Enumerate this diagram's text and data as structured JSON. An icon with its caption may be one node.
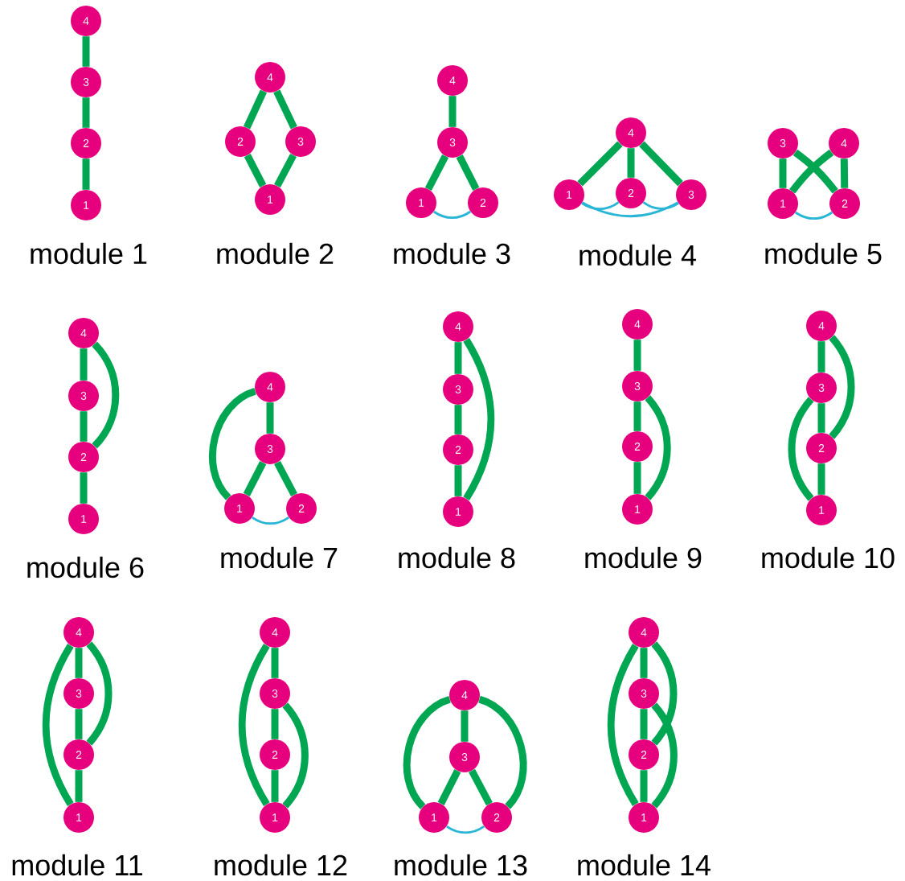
{
  "diagram": {
    "nodes": [
      {
        "text": [
          "4"
        ]
      },
      {
        "text": [
          "3"
        ]
      },
      {
        "text": [
          "2"
        ]
      },
      {
        "text": [
          "1"
        ]
      },
      {
        "text": [
          "4"
        ]
      },
      {
        "text": [
          "2"
        ]
      },
      {
        "text": [
          "3"
        ]
      },
      {
        "text": [
          "1"
        ]
      },
      {
        "text": [
          "4"
        ]
      },
      {
        "text": [
          "3"
        ]
      },
      {
        "text": [
          "1"
        ]
      },
      {
        "text": [
          "2"
        ]
      },
      {
        "text": [
          "4"
        ]
      },
      {
        "text": [
          "1"
        ]
      },
      {
        "text": [
          "2"
        ]
      },
      {
        "text": [
          "3"
        ]
      },
      {
        "text": [
          "3"
        ]
      },
      {
        "text": [
          "4"
        ]
      },
      {
        "text": [
          "1"
        ]
      },
      {
        "text": [
          "2"
        ]
      },
      {
        "text": [
          "4"
        ]
      },
      {
        "text": [
          "3"
        ]
      },
      {
        "text": [
          "2"
        ]
      },
      {
        "text": [
          "1"
        ]
      },
      {
        "text": [
          "4"
        ]
      },
      {
        "text": [
          "3"
        ]
      },
      {
        "text": [
          "1"
        ]
      },
      {
        "text": [
          "2"
        ]
      },
      {
        "text": [
          "4"
        ]
      },
      {
        "text": [
          "3"
        ]
      },
      {
        "text": [
          "2"
        ]
      },
      {
        "text": [
          "1"
        ]
      },
      {
        "text": [
          "4"
        ]
      },
      {
        "text": [
          "3"
        ]
      },
      {
        "text": [
          "2"
        ]
      },
      {
        "text": [
          "1"
        ]
      },
      {
        "text": [
          "4"
        ]
      },
      {
        "text": [
          "3"
        ]
      },
      {
        "text": [
          "2"
        ]
      },
      {
        "text": [
          "1"
        ]
      },
      {
        "text": [
          "4"
        ]
      },
      {
        "text": [
          "3"
        ]
      },
      {
        "text": [
          "2"
        ]
      },
      {
        "text": [
          "1"
        ]
      },
      {
        "text": [
          "4"
        ]
      },
      {
        "text": [
          "3"
        ]
      },
      {
        "text": [
          "2"
        ]
      },
      {
        "text": [
          "1"
        ]
      },
      {
        "text": [
          "4"
        ]
      },
      {
        "text": [
          "3"
        ]
      },
      {
        "text": [
          "1"
        ]
      },
      {
        "text": [
          "2"
        ]
      },
      {
        "text": [
          "4"
        ]
      },
      {
        "text": [
          "3"
        ]
      },
      {
        "text": [
          "2"
        ]
      },
      {
        "text": [
          "1"
        ]
      }
    ],
    "edges": [
      {
        "from": 0,
        "to": 1,
        "arrow": "none"
      },
      {
        "from": 1,
        "to": 2,
        "arrow": "none"
      },
      {
        "from": 2,
        "to": 3,
        "arrow": "none"
      },
      {
        "from": 4,
        "to": 5,
        "arrow": "none"
      },
      {
        "from": 4,
        "to": 6,
        "arrow": "none"
      },
      {
        "from": 5,
        "to": 7,
        "arrow": "none"
      },
      {
        "from": 6,
        "to": 7,
        "arrow": "none"
      },
      {
        "from": 8,
        "to": 9,
        "arrow": "none"
      },
      {
        "from": 9,
        "to": 10,
        "arrow": "none"
      },
      {
        "from": 9,
        "to": 11,
        "arrow": "none"
      },
      {
        "from": 10,
        "to": 11,
        "arrow": "none",
        "color": "#29b6d6"
      },
      {
        "from": 12,
        "to": 13,
        "arrow": "none"
      },
      {
        "from": 12,
        "to": 14,
        "arrow": "none"
      },
      {
        "from": 12,
        "to": 15,
        "arrow": "none"
      },
      {
        "from": 13,
        "to": 14,
        "arrow": "none",
        "color": "#29b6d6"
      },
      {
        "from": 14,
        "to": 15,
        "arrow": "none",
        "color": "#29b6d6"
      },
      {
        "from": 13,
        "to": 15,
        "arrow": "none",
        "color": "#29b6d6"
      },
      {
        "from": 16,
        "to": 18,
        "arrow": "none"
      },
      {
        "from": 17,
        "to": 19,
        "arrow": "none"
      },
      {
        "from": 16,
        "to": 19,
        "arrow": "none"
      },
      {
        "from": 17,
        "to": 18,
        "arrow": "none"
      },
      {
        "from": 18,
        "to": 19,
        "arrow": "none",
        "color": "#29b6d6"
      },
      {
        "from": 20,
        "to": 21,
        "arrow": "none"
      },
      {
        "from": 21,
        "to": 22,
        "arrow": "none"
      },
      {
        "from": 22,
        "to": 23,
        "arrow": "none"
      },
      {
        "from": 20,
        "to": 22,
        "arrow": "none"
      },
      {
        "from": 24,
        "to": 25,
        "arrow": "none"
      },
      {
        "from": 25,
        "to": 26,
        "arrow": "none"
      },
      {
        "from": 25,
        "to": 27,
        "arrow": "none"
      },
      {
        "from": 24,
        "to": 26,
        "arrow": "none"
      },
      {
        "from": 26,
        "to": 27,
        "arrow": "none",
        "color": "#29b6d6"
      },
      {
        "from": 28,
        "to": 29,
        "arrow": "none"
      },
      {
        "from": 29,
        "to": 30,
        "arrow": "none"
      },
      {
        "from": 30,
        "to": 31,
        "arrow": "none"
      },
      {
        "from": 28,
        "to": 31,
        "arrow": "none"
      },
      {
        "from": 32,
        "to": 33,
        "arrow": "none"
      },
      {
        "from": 33,
        "to": 34,
        "arrow": "none"
      },
      {
        "from": 34,
        "to": 35,
        "arrow": "none"
      },
      {
        "from": 33,
        "to": 35,
        "arrow": "none"
      },
      {
        "from": 36,
        "to": 37,
        "arrow": "none"
      },
      {
        "from": 37,
        "to": 38,
        "arrow": "none"
      },
      {
        "from": 38,
        "to": 39,
        "arrow": "none"
      },
      {
        "from": 36,
        "to": 38,
        "arrow": "none"
      },
      {
        "from": 37,
        "to": 39,
        "arrow": "none"
      },
      {
        "from": 40,
        "to": 41,
        "arrow": "none"
      },
      {
        "from": 41,
        "to": 42,
        "arrow": "none"
      },
      {
        "from": 42,
        "to": 43,
        "arrow": "none"
      },
      {
        "from": 40,
        "to": 42,
        "arrow": "none"
      },
      {
        "from": 40,
        "to": 43,
        "arrow": "none"
      },
      {
        "from": 44,
        "to": 45,
        "arrow": "none"
      },
      {
        "from": 45,
        "to": 46,
        "arrow": "none"
      },
      {
        "from": 46,
        "to": 47,
        "arrow": "none"
      },
      {
        "from": 45,
        "to": 47,
        "arrow": "none"
      },
      {
        "from": 44,
        "to": 47,
        "arrow": "none"
      },
      {
        "from": 48,
        "to": 49,
        "arrow": "none"
      },
      {
        "from": 49,
        "to": 50,
        "arrow": "none"
      },
      {
        "from": 49,
        "to": 51,
        "arrow": "none"
      },
      {
        "from": 48,
        "to": 50,
        "arrow": "none"
      },
      {
        "from": 48,
        "to": 51,
        "arrow": "none"
      },
      {
        "from": 50,
        "to": 51,
        "arrow": "none",
        "color": "#29b6d6"
      },
      {
        "from": 52,
        "to": 53,
        "arrow": "none"
      },
      {
        "from": 53,
        "to": 54,
        "arrow": "none"
      },
      {
        "from": 54,
        "to": 55,
        "arrow": "none"
      },
      {
        "from": 52,
        "to": 54,
        "arrow": "none"
      },
      {
        "from": 53,
        "to": 55,
        "arrow": "none"
      },
      {
        "from": 52,
        "to": 55,
        "arrow": "none"
      }
    ],
    "labels": [
      "module 1",
      "module 2",
      "module 3",
      "module 4",
      "module 5",
      "module 6",
      "module 7",
      "module 8",
      "module 9",
      "module 10",
      "module 11",
      "module 12",
      "module 13",
      "module 14"
    ]
  }
}
